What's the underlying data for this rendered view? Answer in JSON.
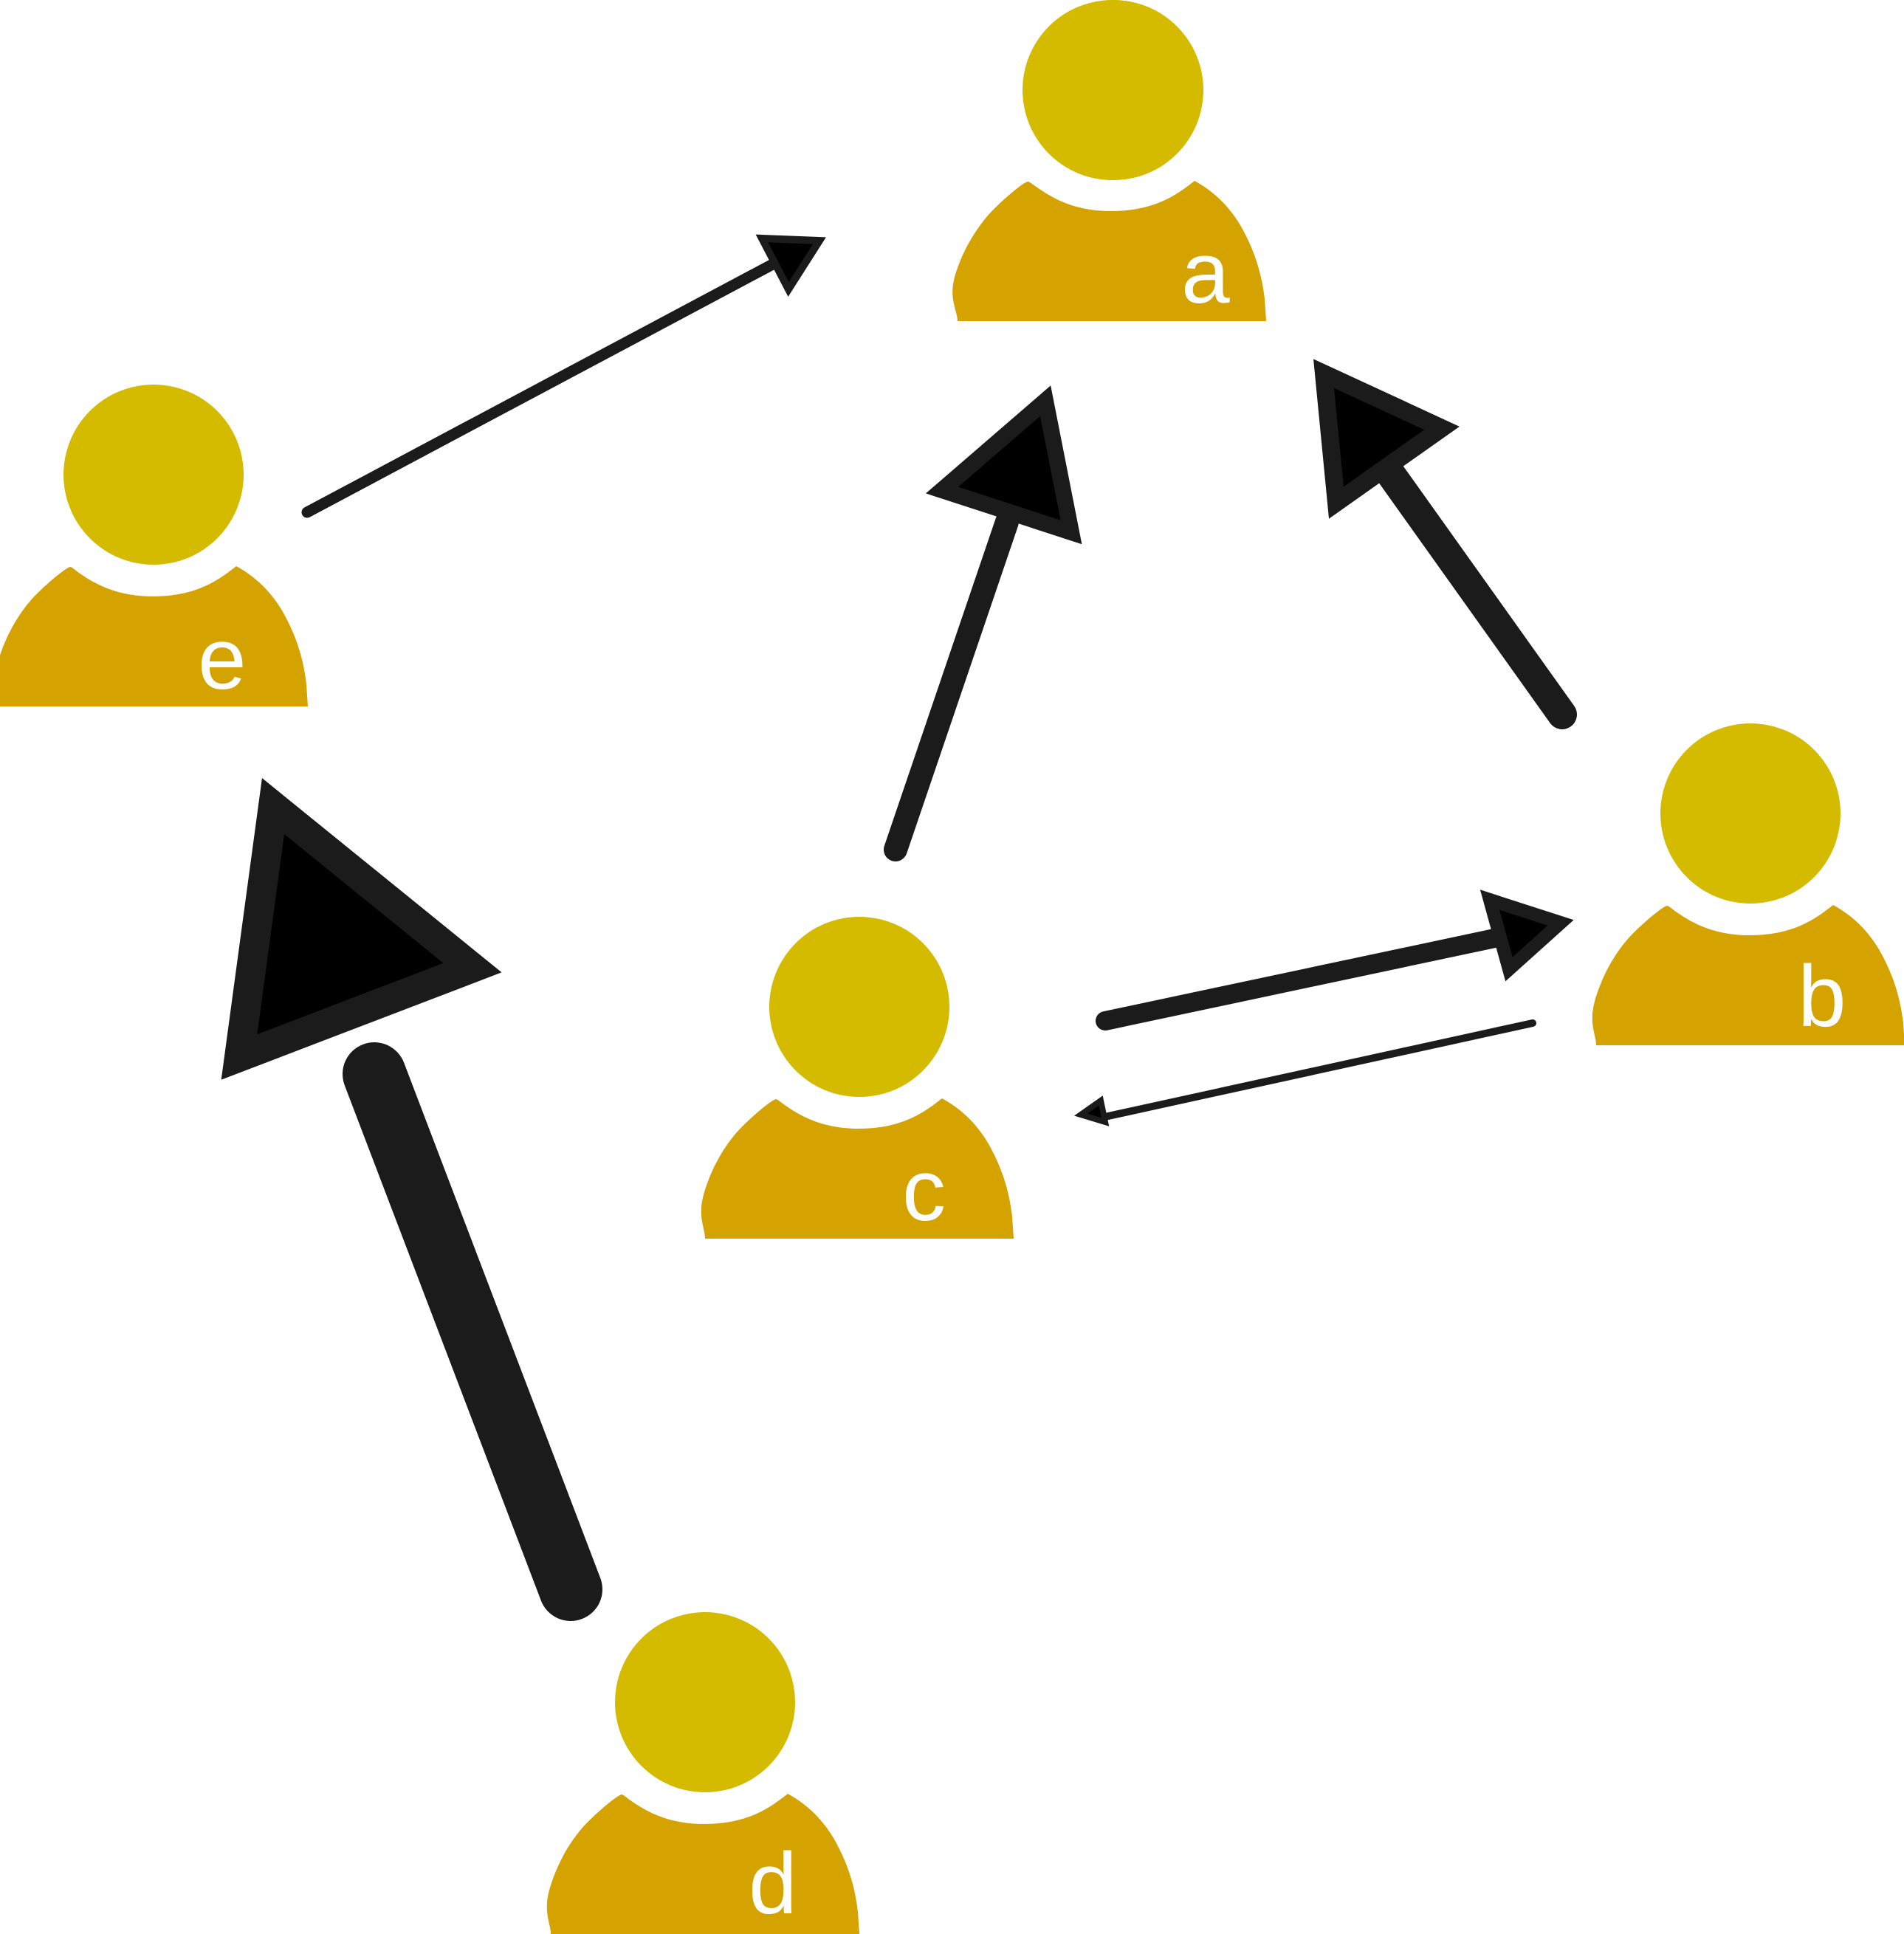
{
  "nodes": [
    {
      "id": "a",
      "label": "a"
    },
    {
      "id": "b",
      "label": "b"
    },
    {
      "id": "c",
      "label": "c"
    },
    {
      "id": "d",
      "label": "d"
    },
    {
      "id": "e",
      "label": "e"
    }
  ],
  "edges": [
    {
      "from": "e",
      "to": "a",
      "weight": "thin"
    },
    {
      "from": "c",
      "to": "a",
      "weight": "medium"
    },
    {
      "from": "b",
      "to": "a",
      "weight": "thick"
    },
    {
      "from": "c",
      "to": "b",
      "weight": "medium"
    },
    {
      "from": "b",
      "to": "c",
      "weight": "thin"
    },
    {
      "from": "d",
      "to": "e",
      "weight": "heaviest"
    }
  ],
  "colors": {
    "person_head": "#D4BB00",
    "person_body": "#D4A300",
    "label_text": "#FFFFFF",
    "arrow_stroke": "#1B1B1B",
    "arrow_head_fill": "#000000",
    "background": "#FFFFFF"
  },
  "icons": {
    "person": "person-icon"
  }
}
